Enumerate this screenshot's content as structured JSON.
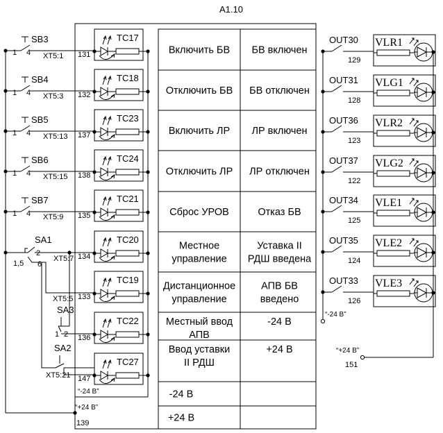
{
  "frame_title": "A1.10",
  "table": {
    "rows": [
      {
        "left": [
          "Включить БВ"
        ],
        "right": [
          "БВ включен"
        ]
      },
      {
        "left": [
          "Отключить БВ"
        ],
        "right": [
          "БВ отключен"
        ]
      },
      {
        "left": [
          "Включить ЛР"
        ],
        "right": [
          "ЛР включен"
        ]
      },
      {
        "left": [
          "Отключить ЛР"
        ],
        "right": [
          "ЛР отключен"
        ]
      },
      {
        "left": [
          "Сброс УРОВ"
        ],
        "right": [
          "Отказ БВ"
        ]
      },
      {
        "left": [
          "Местное",
          "управление"
        ],
        "right": [
          "Уставка II",
          "РДШ введена"
        ]
      },
      {
        "left": [
          "Дистанционное",
          "управление"
        ],
        "right": [
          "АПВ БВ",
          "введено"
        ]
      },
      {
        "left": [
          "Местный ввод",
          "АПВ"
        ],
        "right": [
          "-24 В"
        ]
      },
      {
        "left": [
          "Ввод уставки",
          "II РДШ"
        ],
        "right": [
          "+24 В"
        ]
      },
      {
        "left": [
          "-24 В"
        ],
        "right": [
          ""
        ]
      },
      {
        "left": [
          "+24 В"
        ],
        "right": [
          ""
        ]
      }
    ]
  },
  "inputs": [
    {
      "button": "SB3",
      "pin_left": "1",
      "pin_right": "4",
      "terminal": "XT5:1",
      "wire": "131",
      "channel": "TC17"
    },
    {
      "button": "SB4",
      "pin_left": "1",
      "pin_right": "4",
      "terminal": "XT5:3",
      "wire": "132",
      "channel": "TC18"
    },
    {
      "button": "SB5",
      "pin_left": "1",
      "pin_right": "4",
      "terminal": "XT5:13",
      "wire": "137",
      "channel": "TC23"
    },
    {
      "button": "SB6",
      "pin_left": "1",
      "pin_right": "4",
      "terminal": "XT5:15",
      "wire": "138",
      "channel": "TC24"
    },
    {
      "button": "SB7",
      "pin_left": "1",
      "pin_right": "4",
      "terminal": "XT5:9",
      "wire": "135",
      "channel": "TC21"
    },
    {
      "button": "",
      "pin_left": "",
      "pin_right": "",
      "terminal": "XT5:7",
      "wire": "134",
      "channel": "TC20"
    },
    {
      "button": "",
      "pin_left": "",
      "pin_right": "",
      "terminal": "XT5:5",
      "wire": "133",
      "channel": "TC19"
    },
    {
      "button": "",
      "pin_left": "",
      "pin_right": "",
      "terminal": "",
      "wire": "136",
      "channel": "TC22"
    },
    {
      "button": "",
      "pin_left": "",
      "pin_right": "",
      "terminal": "XT5:21",
      "wire": "147",
      "channel": "TC27"
    }
  ],
  "switch_sa1": {
    "name": "SA1",
    "pin_2": "2",
    "pin_6": "6",
    "pin_15": "1,5"
  },
  "switch_sa3": {
    "name": "SA3",
    "pin_1": "1",
    "pin_2": "2"
  },
  "switch_sa2": {
    "name": "SA2"
  },
  "bus_left_minus": "“-24 В”",
  "bus_left_plus": "“+24 В”",
  "bus_left_plus_wire": "139",
  "outputs": [
    {
      "name": "OUT30",
      "wire": "129",
      "indicator": "VLR1"
    },
    {
      "name": "OUT31",
      "wire": "128",
      "indicator": "VLG1"
    },
    {
      "name": "OUT36",
      "wire": "123",
      "indicator": "VLR2"
    },
    {
      "name": "OUT37",
      "wire": "122",
      "indicator": "VLG2"
    },
    {
      "name": "OUT34",
      "wire": "125",
      "indicator": "VLE1"
    },
    {
      "name": "OUT35",
      "wire": "124",
      "indicator": "VLE2"
    },
    {
      "name": "OUT33",
      "wire": "126",
      "indicator": "VLE3"
    }
  ],
  "bus_right_minus": "“-24 В”",
  "bus_right_plus": "“+24 В”",
  "bus_right_plus_wire": "151"
}
